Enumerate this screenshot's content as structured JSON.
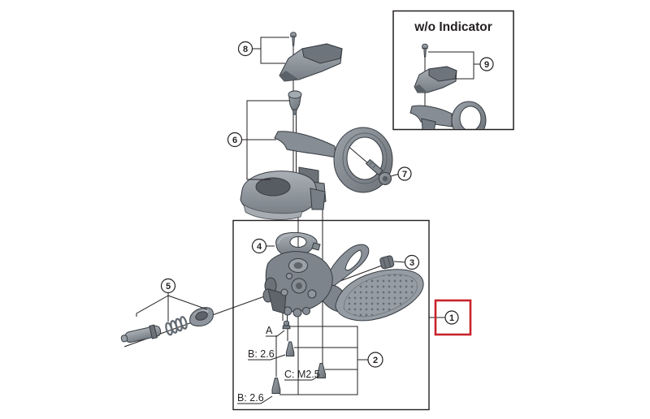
{
  "figure": {
    "type": "exploded-parts-diagram",
    "inset_title": "w/o Indicator",
    "callouts": {
      "n1": "1",
      "n2": "2",
      "n3": "3",
      "n4": "4",
      "n5": "5",
      "n6": "6",
      "n7": "7",
      "n8": "8",
      "n9": "9"
    },
    "labels": {
      "screw_a": "A",
      "screw_b_upper": "B: 2.6",
      "screw_c": "C: M2.5",
      "screw_b_lower": "B: 2.6"
    },
    "colors": {
      "highlight_box": "#c9232b",
      "diagram_line": "#231f20",
      "part_mid": "#8e959c"
    }
  }
}
